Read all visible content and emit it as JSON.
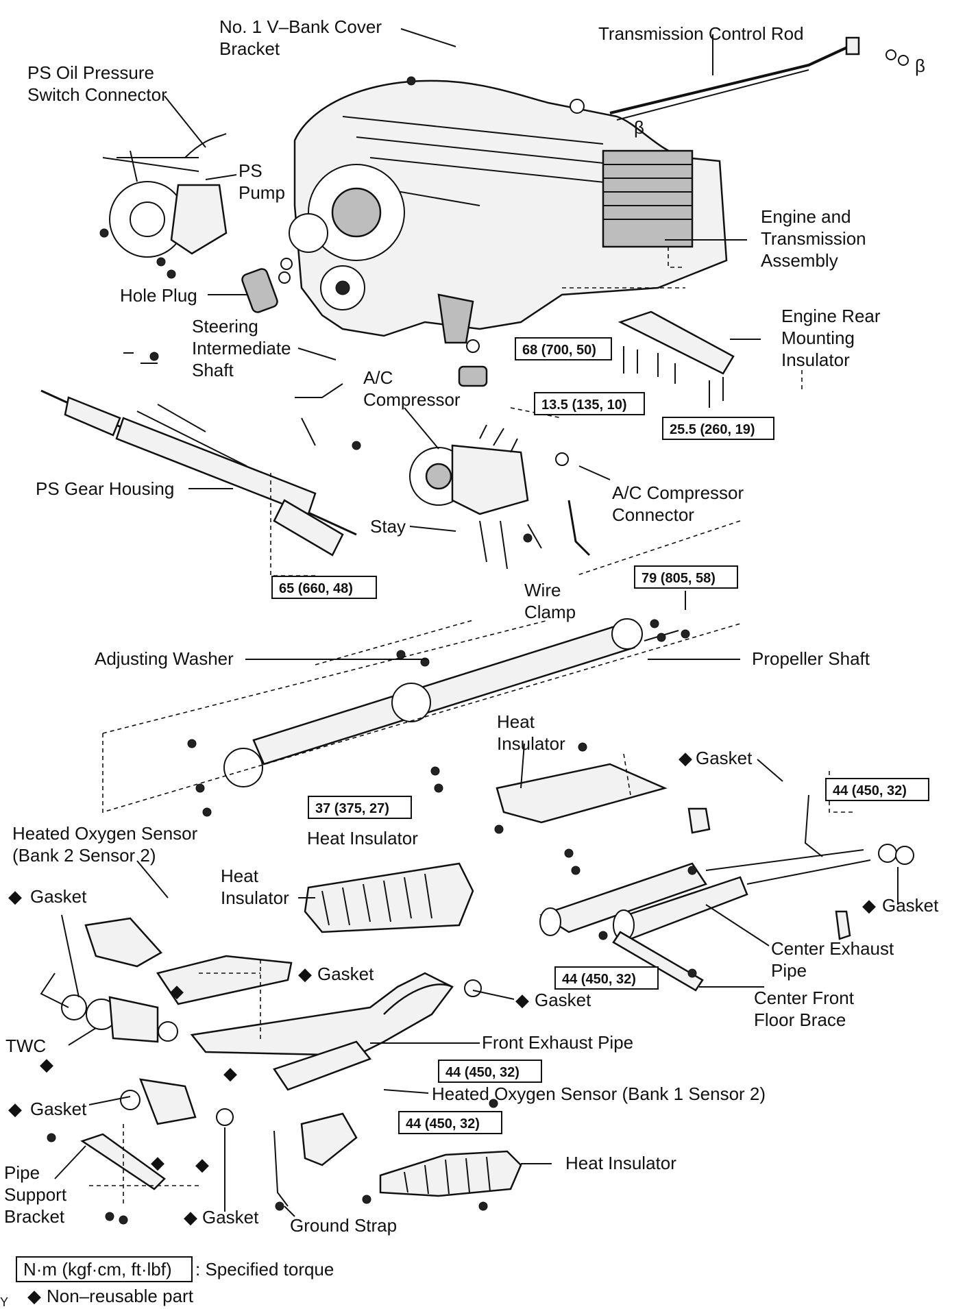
{
  "labels": {
    "v_bank_1": "No. 1 V–Bank Cover",
    "v_bank_2": "Bracket",
    "trans_rod": "Transmission Control Rod",
    "ps_switch_1": "PS Oil Pressure",
    "ps_switch_2": "Switch Connector",
    "ps_pump_1": "PS",
    "ps_pump_2": "Pump",
    "engine_trans_1": "Engine and",
    "engine_trans_2": "Transmission",
    "engine_trans_3": "Assembly",
    "hole_plug": "Hole Plug",
    "engine_rear_1": "Engine Rear",
    "engine_rear_2": "Mounting",
    "engine_rear_3": "Insulator",
    "steering_1": "Steering",
    "steering_2": "Intermediate",
    "steering_3": "Shaft",
    "ac_comp_1": "A/C",
    "ac_comp_2": "Compressor",
    "ps_gear": "PS Gear Housing",
    "ac_conn_1": "A/C Compressor",
    "ac_conn_2": "Connector",
    "stay": "Stay",
    "wire_clamp_1": "Wire",
    "wire_clamp_2": "Clamp",
    "adj_washer": "Adjusting Washer",
    "prop_shaft": "Propeller Shaft",
    "heat_ins_mid_1": "Heat",
    "heat_ins_mid_2": "Insulator",
    "gasket_r_top": "Gasket",
    "ho2s_b2_1": "Heated Oxygen Sensor",
    "ho2s_b2_2": "(Bank 2 Sensor 2)",
    "heat_ins_center": "Heat Insulator",
    "gasket_left_top": "Gasket",
    "heat_ins_left_1": "Heat",
    "heat_ins_left_2": "Insulator",
    "gasket_r_mid": "Gasket",
    "center_exhaust_1": "Center Exhaust",
    "center_exhaust_2": "Pipe",
    "gasket_center_1": "Gasket",
    "gasket_center_2": "Gasket",
    "center_brace_1": "Center Front",
    "center_brace_2": "Floor Brace",
    "twc": "TWC",
    "front_exhaust": "Front Exhaust Pipe",
    "ho2s_b1": "Heated Oxygen Sensor (Bank 1 Sensor 2)",
    "gasket_left_mid": "Gasket",
    "pipe_support_1": "Pipe",
    "pipe_support_2": "Support",
    "pipe_support_3": "Bracket",
    "heat_ins_bottom": "Heat Insulator",
    "gasket_bottom": "Gasket",
    "ground_strap": "Ground Strap"
  },
  "torques": {
    "t1": "68 (700, 50)",
    "t2": "13.5 (135, 10)",
    "t3": "25.5 (260, 19)",
    "t4": "65 (660, 48)",
    "t5": "79 (805, 58)",
    "t6": "37 (375, 27)",
    "t7": "44 (450, 32)",
    "t8": "44 (450, 32)",
    "t9": "44 (450, 32)",
    "t10": "44 (450, 32)"
  },
  "legend": {
    "torque_box": "N·m (kgf·cm, ft·lbf)",
    "torque_text": ": Specified torque",
    "nonreuse_text": "Non–reusable part",
    "diamond": "◆",
    "beta": "β",
    "corner_letter": "Y"
  }
}
